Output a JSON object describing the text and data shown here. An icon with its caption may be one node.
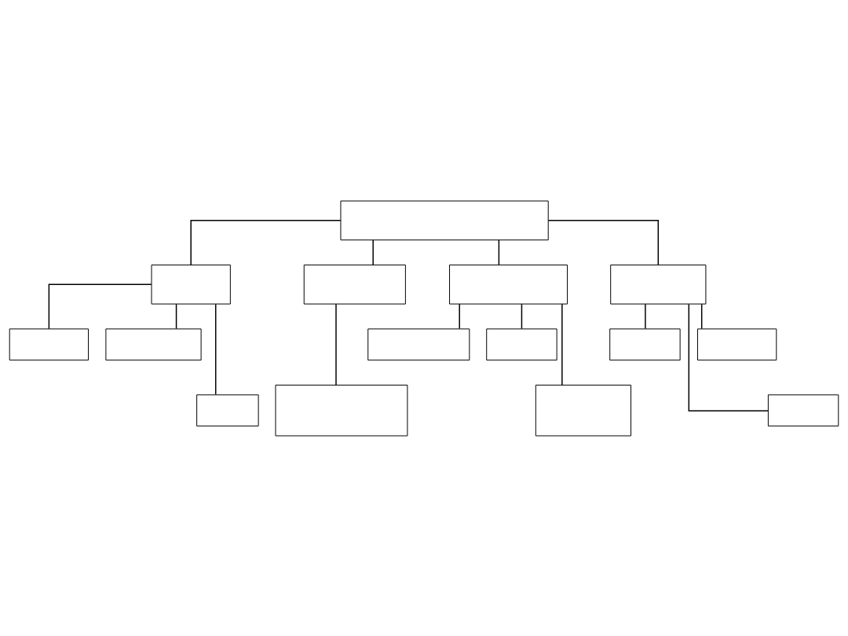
{
  "diagram": {
    "nodes": [
      {
        "text": [],
        "shape": "box"
      },
      {
        "text": [],
        "shape": "box"
      },
      {
        "text": [],
        "shape": "box"
      },
      {
        "text": [],
        "shape": "box"
      },
      {
        "text": [],
        "shape": "box"
      },
      {
        "text": [],
        "shape": "box"
      },
      {
        "text": [],
        "shape": "box"
      },
      {
        "text": [],
        "shape": "box"
      },
      {
        "text": [],
        "shape": "box"
      },
      {
        "text": [],
        "shape": "box"
      },
      {
        "text": [],
        "shape": "box"
      },
      {
        "text": [],
        "shape": "box"
      },
      {
        "text": [],
        "shape": "box"
      },
      {
        "text": [],
        "shape": "box"
      },
      {
        "text": [],
        "shape": "box"
      }
    ],
    "edges": [
      {
        "from": 0,
        "to": 1,
        "arrow": "none"
      },
      {
        "from": 0,
        "to": 2,
        "arrow": "none"
      },
      {
        "from": 0,
        "to": 3,
        "arrow": "none"
      },
      {
        "from": 0,
        "to": 4,
        "arrow": "none"
      },
      {
        "from": 1,
        "to": 5,
        "arrow": "none"
      },
      {
        "from": 1,
        "to": 11,
        "arrow": "none"
      },
      {
        "from": 1,
        "to": 6,
        "arrow": "none"
      },
      {
        "from": 2,
        "to": 12,
        "arrow": "none"
      },
      {
        "from": 3,
        "to": 7,
        "arrow": "none"
      },
      {
        "from": 3,
        "to": 13,
        "arrow": "none"
      },
      {
        "from": 3,
        "to": 8,
        "arrow": "none"
      },
      {
        "from": 4,
        "to": 9,
        "arrow": "none"
      },
      {
        "from": 4,
        "to": 14,
        "arrow": "none"
      },
      {
        "from": 4,
        "to": 10,
        "arrow": "none"
      }
    ]
  }
}
